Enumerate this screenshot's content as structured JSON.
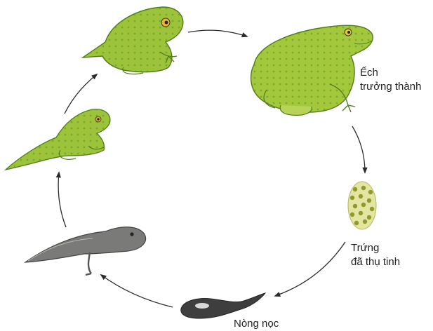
{
  "stages": {
    "adult": {
      "line1": "Ếch",
      "line2": "trưởng thành"
    },
    "eggs": {
      "line1": "Trứng",
      "line2": "đã thụ tinh"
    },
    "tadpole": {
      "line1": "Nòng nọc"
    }
  },
  "colors": {
    "frog_green": "#9cc33a",
    "frog_dark": "#4f7d1c",
    "tadpole_gray": "#6f6f6f",
    "egg_yellow": "#dfe08a",
    "arrow": "#2b2b2b"
  }
}
